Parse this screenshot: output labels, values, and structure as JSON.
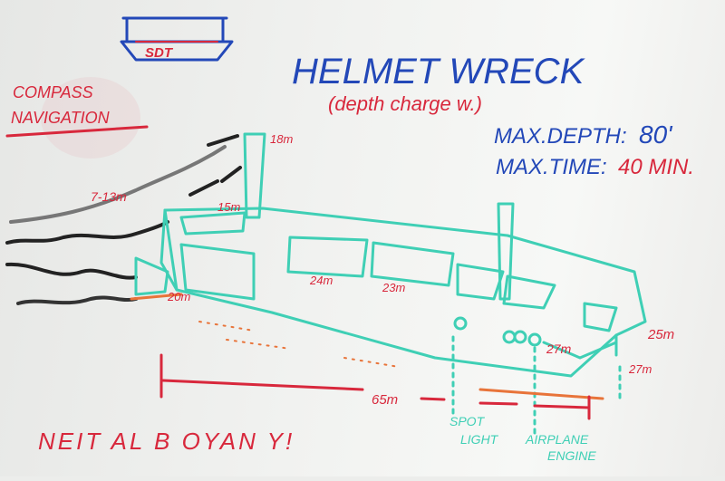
{
  "logo": {
    "text": "SDT"
  },
  "title": "HELMET WRECK",
  "subtitle": "(depth charge w.)",
  "max_depth": {
    "label": "MAX.DEPTH:",
    "value": "80'"
  },
  "max_time": {
    "label": "MAX.TIME:",
    "value": "40 MIN."
  },
  "compass": {
    "line1": "COMPASS",
    "line2": "NAVIGATION"
  },
  "depths": {
    "reef": "7-13m",
    "deck": "15m",
    "mast": "18m",
    "mid": "24m",
    "aft_mid": "23m",
    "bow_sand": "20m",
    "stern": "25m",
    "engine": "27m",
    "rudder": "27m",
    "length": "65m"
  },
  "labels": {
    "spot_line1": "SPOT",
    "spot_line2": "LIGHT",
    "engine_line1": "AIRPLANE",
    "engine_line2": "ENGINE"
  },
  "footer_note": "NEIT AL B OYAN Y!",
  "colors": {
    "red": "#d8283c",
    "blue": "#2348b8",
    "teal": "#3fcfb5",
    "black": "#222222",
    "orange": "#e8743a"
  }
}
